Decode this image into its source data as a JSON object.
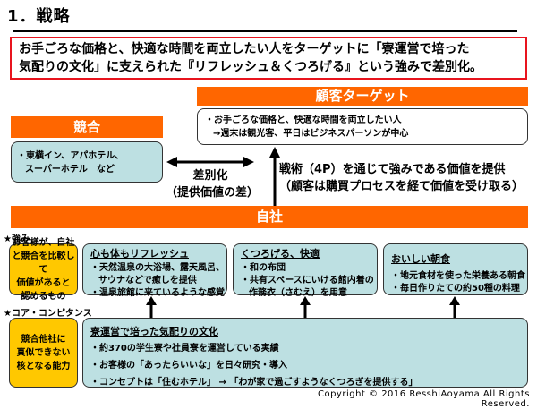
{
  "title": "1．戦略",
  "headline": {
    "line1": "お手ごろな価格と、快適な時間を両立したい人をターゲットに「寮運営で培った",
    "line2": "気配りの文化」に支えられた『リフレッシュ＆くつろげる』という強みで差別化。"
  },
  "target": {
    "header": "顧客ターゲット",
    "line1": "・お手ごろな価格と、快適な時間を両立したい人",
    "line2": "→週末は観光客、平日はビジネスパーソンが中心"
  },
  "competitor": {
    "header": "競合",
    "line1": "・東横イン、アパホテル、",
    "line2": "スーパーホテル　など"
  },
  "differentiation": {
    "line1": "差別化",
    "line2": "（提供価値の差）"
  },
  "tactics": {
    "line1": "戦術（4P）を通じて強みである価値を提供",
    "line2": "（顧客は購買プロセスを経て価値を受け取る）"
  },
  "self": {
    "header": "自社"
  },
  "strengths": {
    "label": "★強み",
    "definition": [
      "お客様が、自社",
      "と競合を比較して",
      "価値があると",
      "認めるもの"
    ],
    "items": [
      {
        "heading": "心も体もリフレッシュ",
        "lines": [
          "・天然温泉の大浴場、露天風呂、",
          "サウナなどで癒しを提供",
          "・温泉旅館に来ているような感覚"
        ]
      },
      {
        "heading": "くつろげる、快適",
        "lines": [
          "・和の布団",
          "・共有スペースにいける館内着の",
          "作務衣（さむえ）を用意"
        ]
      },
      {
        "heading": "おいしい朝食",
        "lines": [
          "・地元食材を使った栄養ある朝食",
          "・毎日作りたての約50種の料理"
        ]
      }
    ]
  },
  "core_competence": {
    "label": "★コア・コンピタンス",
    "definition": [
      "競合他社に",
      "真似できない",
      "核となる能力"
    ],
    "heading": "寮運営で培った気配りの文化",
    "lines": [
      "・約370の学生寮や社員寮を運営している実績",
      "・お客様の「あったらいいな」を日々研究・導入",
      "・コンセプトは「住むホテル」 → 「わが家で過ごすようなくつろぎを提供する」"
    ]
  },
  "copyright": "Copyright © 2016 ResshiAoyama All Rights Reserved.",
  "colors": {
    "accent_orange": "#ff6600",
    "headline_border": "#e8141e",
    "box_blue": "#bde0e2",
    "box_yellow": "#ffc800"
  }
}
